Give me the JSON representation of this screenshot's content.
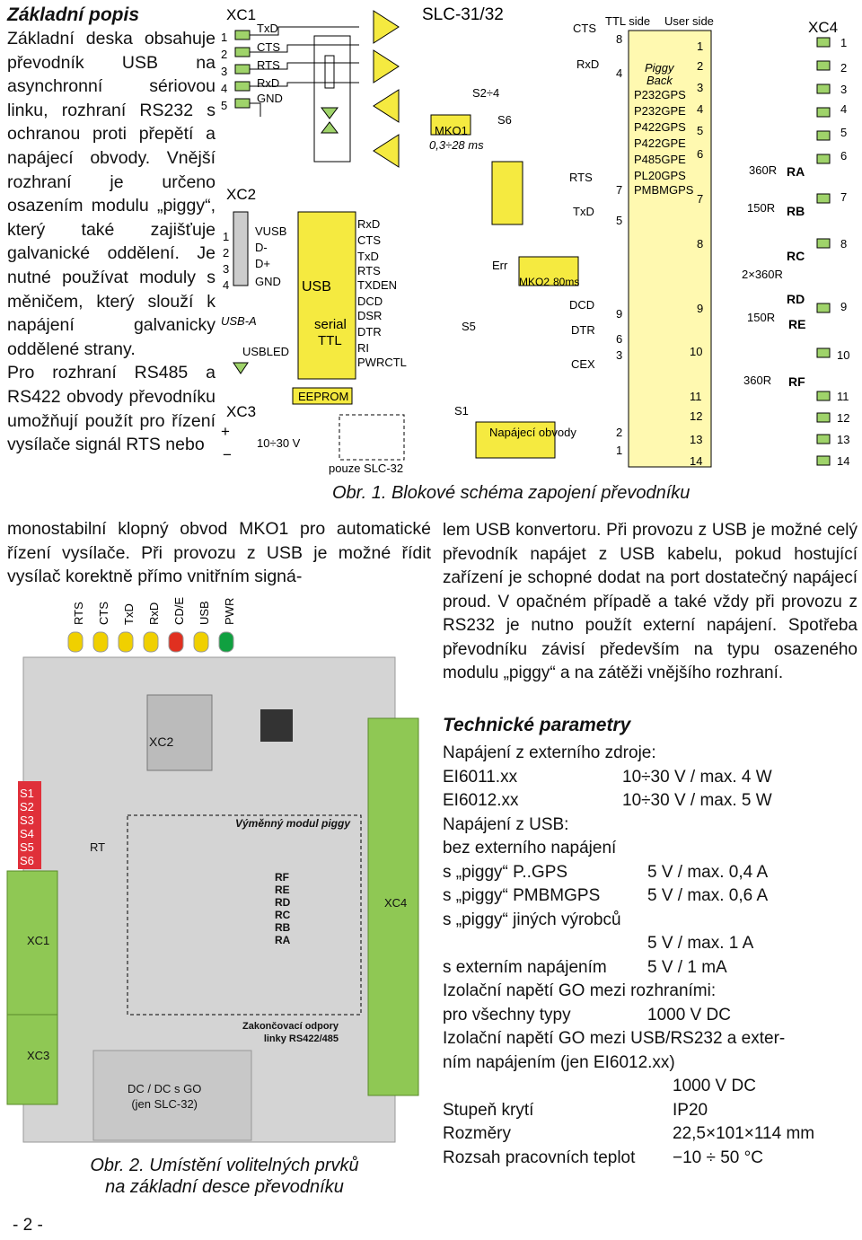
{
  "left": {
    "heading": "Základní popis",
    "paragraph1": "Základní deska obsahuje převodník USB na asynchronní sériovou linku, rozhraní RS232 s ochranou proti přepětí a napájecí obvody. Vnější rozhraní je určeno osazením modulu „piggy“, který také zajišťuje galvanické oddělení. Je nutné používat moduly s měničem, který slouží k napájení galvanicky oddělené strany.",
    "paragraph2": "Pro rozhraní RS485 a RS422 obvody převodníku umožňují použít pro řízení vysílače signál RTS nebo",
    "wide_line1": "monostabilní klopný obvod MKO1 pro automatické řízení vysílače. Při provozu z USB je možné řídit vysílač korektně přímo vnitřním signá-"
  },
  "right": {
    "para": "lem USB konvertoru. Při provozu z USB je možné celý převodník napájet z USB kabelu, pokud hostující zařízení je schopné dodat na port dostatečný napájecí proud. V opačném případě a také vždy při provozu z RS232 je nutno použít externí napájení. Spotřeba převodníku závisí především na typu osazeného modulu „piggy“ a na zátěži vnějšího rozhraní.",
    "tech_heading": "Technické parametry",
    "specs": [
      {
        "a": "Napájení z externího zdroje:",
        "b": ""
      },
      {
        "a": " EI6011.xx",
        "b": "10÷30 V / max. 4 W"
      },
      {
        "a": " EI6012.xx",
        "b": "10÷30 V / max. 5 W"
      },
      {
        "a": "Napájení z USB:",
        "b": ""
      },
      {
        "a": " bez externího napájení",
        "b": ""
      },
      {
        "a": " s „piggy“ P..GPS",
        "b": "5 V / max. 0,4 A"
      },
      {
        "a": " s „piggy“ PMBMGPS",
        "b": "5 V / max. 0,6 A"
      },
      {
        "a": " s „piggy“ jiných výrobců",
        "b": ""
      },
      {
        "a": "",
        "b": "5 V / max. 1 A"
      },
      {
        "a": " s externím napájením",
        "b": "5 V / 1 mA"
      },
      {
        "a": "Izolační napětí GO mezi rozhraními:",
        "b": ""
      },
      {
        "a": " pro všechny typy",
        "b": "1000 V DC"
      },
      {
        "a": "Izolační napětí GO mezi USB/RS232 a exter-",
        "b": ""
      },
      {
        "a": "ním napájením (jen EI6012.xx)",
        "b": ""
      },
      {
        "a": "",
        "b": "1000 V DC"
      },
      {
        "a": "Stupeň krytí",
        "b": "IP20"
      },
      {
        "a": "Rozměry",
        "b": "22,5×101×114 mm"
      },
      {
        "a": "Rozsah pracovních teplot",
        "b": "−10 ÷ 50 °C"
      }
    ]
  },
  "fig1": {
    "caption": "Obr. 1. Blokové schéma zapojení převodníku",
    "title": "SLC-31/32",
    "xc1": "XC1",
    "xc1_pins": [
      "1",
      "2",
      "3",
      "4",
      "5"
    ],
    "xc1_sigs": [
      "TxD",
      "CTS",
      "RTS",
      "RxD",
      "GND"
    ],
    "xc2": "XC2",
    "xc2_pins": [
      "1",
      "2",
      "3",
      "4"
    ],
    "xc2_sigs": [
      "VUSB",
      "D-",
      "D+",
      "GND"
    ],
    "usba": "USB-A",
    "usbled": "USBLED",
    "xc3": "XC3",
    "xc3_volt": "10÷30 V",
    "plus": "+",
    "minus": "−",
    "usb_chip": "USB",
    "serial": "serial",
    "ttl": "TTL",
    "eeprom": "EEPROM",
    "usb_sigs": [
      "RxD",
      "CTS",
      "TxD",
      "RTS",
      "TXDEN",
      "DCD",
      "DSR",
      "DTR",
      "RI",
      "PWRCTL"
    ],
    "pouze": "pouze SLC-32",
    "mko1": "MKO1",
    "mko1_time": "0,3÷28 ms",
    "s2": "S2÷4",
    "s6": "S6",
    "s5": "S5",
    "s1": "S1",
    "err": "Err",
    "mko2": "MKO2",
    "mko2_time": "80ms",
    "napajeci": "Napájecí obvody",
    "mid_sigs": [
      "CTS",
      "RxD",
      "RTS",
      "TxD",
      "DCD",
      "DTR",
      "CEX"
    ],
    "mid_pins": [
      "8",
      "4",
      "7",
      "5",
      "9",
      "6",
      "3",
      "2",
      "1"
    ],
    "ttl_side": "TTL side",
    "user_side": "User side",
    "piggy": "Piggy",
    "back": "Back",
    "piggy_list": [
      "P232GPS",
      "P232GPE",
      "P422GPS",
      "P422GPE",
      "P485GPE",
      "PL20GPS",
      "PMBMGPS"
    ],
    "user_pins": [
      "1",
      "2",
      "3",
      "4",
      "5",
      "6",
      "7",
      "8",
      "9",
      "10",
      "11",
      "12",
      "13",
      "14"
    ],
    "xc4": "XC4",
    "xc4_pins": [
      "1",
      "2",
      "3",
      "4",
      "5",
      "6",
      "7",
      "8",
      "9",
      "10",
      "11",
      "12",
      "13",
      "14"
    ],
    "res": [
      "360R",
      "150R",
      "2×360R",
      "150R",
      "360R"
    ],
    "res_names": [
      "RA",
      "RB",
      "RC",
      "RD",
      "RE",
      "RF"
    ]
  },
  "fig2": {
    "caption1": "Obr. 2. Umístění volitelných prvků",
    "caption2": "na základní desce převodníku",
    "leds": [
      "RTS",
      "CTS",
      "TxD",
      "RxD",
      "CD/E",
      "USB",
      "PWR"
    ],
    "led_colors": [
      "#f0d000",
      "#f0d000",
      "#f0d000",
      "#f0d000",
      "#e03020",
      "#f0d000",
      "#10a040"
    ],
    "switches": [
      "S1",
      "S2",
      "S3",
      "S4",
      "S5",
      "S6"
    ],
    "xc2": "XC2",
    "rt": "RT",
    "xc1": "XC1",
    "xc3": "XC3",
    "xc4": "XC4",
    "piggy_module": "Výměnný modul piggy",
    "resistors": [
      "RF",
      "RE",
      "RD",
      "RC",
      "RB",
      "RA"
    ],
    "term_line1": "Zakončovací odpory",
    "term_line2": "linky RS422/485",
    "dcdc1": "DC / DC s GO",
    "dcdc2": "(jen SLC-32)"
  },
  "page_number": "- 2 -"
}
